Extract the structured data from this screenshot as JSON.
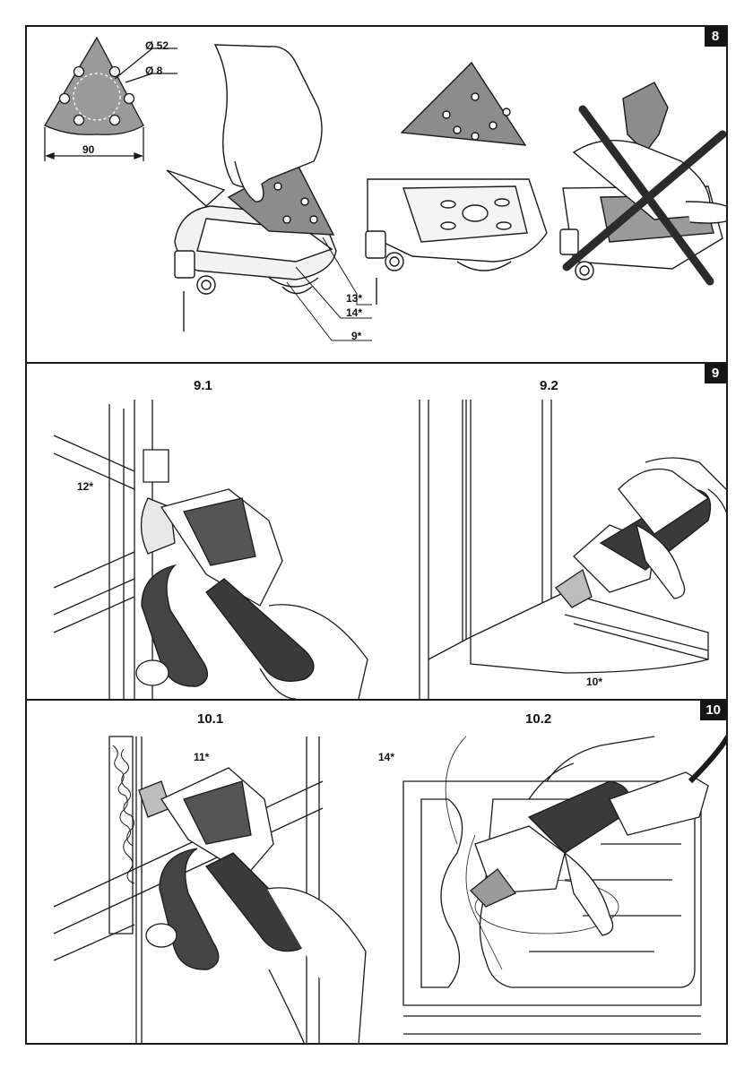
{
  "figures": {
    "fig8": {
      "number": "8",
      "dimensions": {
        "outer_diameter": "Ø 52",
        "hole_diameter": "Ø 8",
        "width": "90"
      },
      "callouts": [
        "13*",
        "14*",
        "9*"
      ]
    },
    "fig9": {
      "number": "9",
      "sub_a": {
        "title": "9.1",
        "callout": "12*"
      },
      "sub_b": {
        "title": "9.2",
        "callout": "10*"
      }
    },
    "fig10": {
      "number": "10",
      "sub_a": {
        "title": "10.1",
        "callout": "11*"
      },
      "sub_b": {
        "title": "10.2",
        "callout": "14*"
      }
    }
  },
  "colors": {
    "line": "#1a1a1a",
    "sanding_grey": "#8c8c8c",
    "tool_dark": "#3a3a3a",
    "cross": "#2b2b2b"
  }
}
